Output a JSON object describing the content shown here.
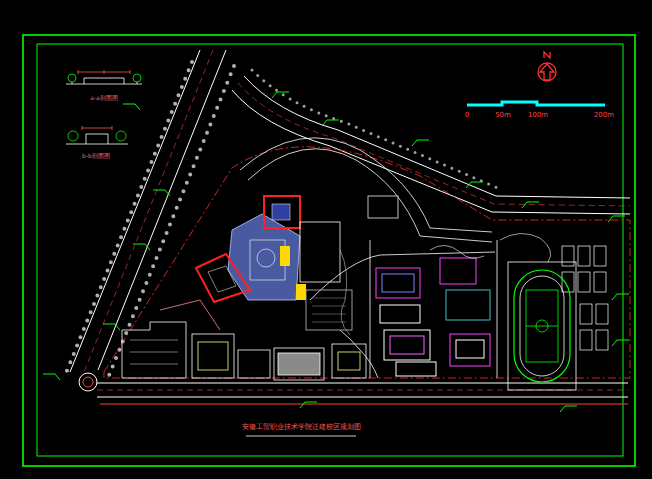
{
  "diagram": {
    "title": "安徽工贸职业技术学院迁建校区规划图",
    "labels": [
      "a-a剖面图",
      "b-b剖面图",
      "0",
      "50m",
      "100m",
      "200m"
    ]
  }
}
